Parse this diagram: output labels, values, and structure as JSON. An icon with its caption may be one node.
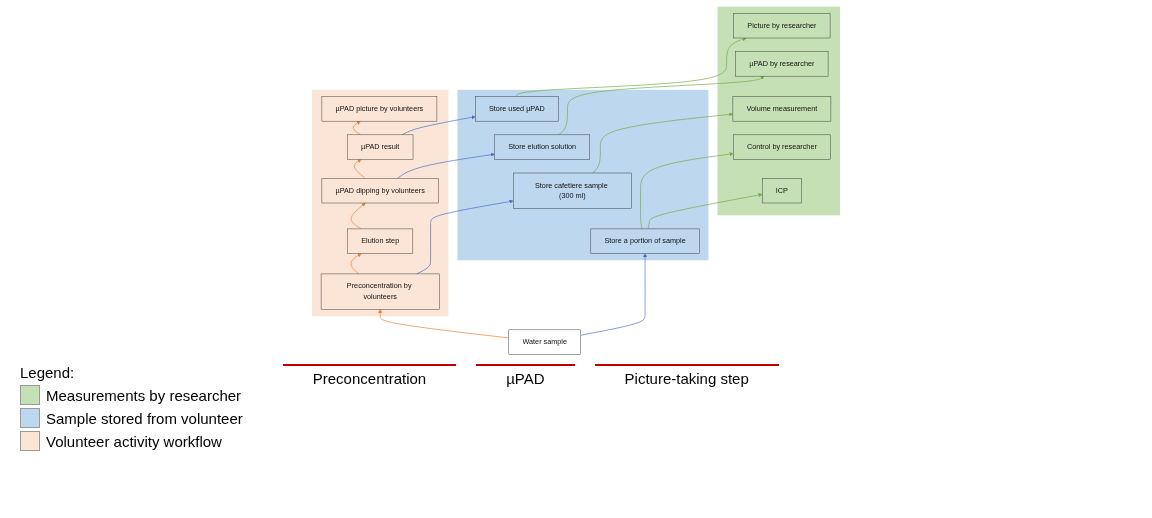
{
  "diagram": {
    "nodes": [
      {
        "text": [],
        "shape": "band"
      },
      {
        "text": [
          "ICP"
        ],
        "in": 0
      },
      {
        "text": [
          "Control by researcher"
        ],
        "in": 0
      },
      {
        "text": [
          "Volume measurement"
        ],
        "in": 0
      },
      {
        "text": [
          "µPAD by researcher"
        ],
        "in": 0
      },
      {
        "text": [
          "Picture by researcher"
        ],
        "in": 0
      },
      {
        "text": [],
        "shape": "band"
      },
      {
        "text": [
          "Store a portion of sample"
        ],
        "in": 6
      },
      {
        "text": [
          "Store cafetiere sample (300 ml)"
        ],
        "in": 6
      },
      {
        "text": [
          "Store elution solution"
        ],
        "in": 6
      },
      {
        "text": [
          "Store used µPAD"
        ],
        "in": 6
      },
      {
        "text": [
          "Water sample"
        ]
      },
      {
        "text": [],
        "shape": "band"
      },
      {
        "text": [
          "Preconcentration by volunteers"
        ],
        "in": 12
      },
      {
        "text": [
          "Elution step"
        ],
        "in": 12
      },
      {
        "text": [
          "µPAD dipping by volunteers"
        ],
        "in": 12
      },
      {
        "text": [
          "µPAD result"
        ],
        "in": 12
      },
      {
        "text": [
          "µPAD picture by volunteers"
        ],
        "in": 12
      }
    ],
    "edges": [
      {
        "from": 11,
        "to": 7,
        "arrow": "to",
        "color": "#4472c4"
      },
      {
        "from": 11,
        "to": 13,
        "arrow": "to",
        "color": "#ed7d31"
      },
      {
        "from": 7,
        "to": 1,
        "arrow": "to",
        "color": "#70ad47"
      },
      {
        "from": 7,
        "to": 2,
        "arrow": "to",
        "color": "#70ad47"
      },
      {
        "from": 13,
        "to": 8,
        "arrow": "to",
        "color": "#4472c4"
      },
      {
        "from": 13,
        "to": 14,
        "arrow": "to",
        "color": "#ed7d31"
      },
      {
        "from": 8,
        "to": 3,
        "arrow": "to",
        "color": "#70ad47"
      },
      {
        "from": 14,
        "to": 15,
        "arrow": "to",
        "color": "#ed7d31"
      },
      {
        "from": 15,
        "to": 9,
        "arrow": "to",
        "color": "#4472c4"
      },
      {
        "from": 15,
        "to": 16,
        "arrow": "to",
        "color": "#ed7d31"
      },
      {
        "from": 9,
        "to": 4,
        "arrow": "to",
        "color": "#70ad47"
      },
      {
        "from": 16,
        "to": 10,
        "arrow": "to",
        "color": "#4472c4"
      },
      {
        "from": 16,
        "to": 17,
        "arrow": "to",
        "color": "#ed7d31"
      },
      {
        "from": 10,
        "to": 5,
        "arrow": "to",
        "color": "#70ad47"
      }
    ],
    "labels": [
      "Preconcentration",
      "µPAD",
      "Picture-taking step",
      "Legend:"
    ],
    "legend": [
      {
        "text": "Measurements by researcher",
        "color": "#c5e0b4"
      },
      {
        "text": "Sample stored from volunteer",
        "color": "#bdd7ee"
      },
      {
        "text": "Volunteer activity workflow",
        "color": "#fbe5d6"
      }
    ]
  }
}
